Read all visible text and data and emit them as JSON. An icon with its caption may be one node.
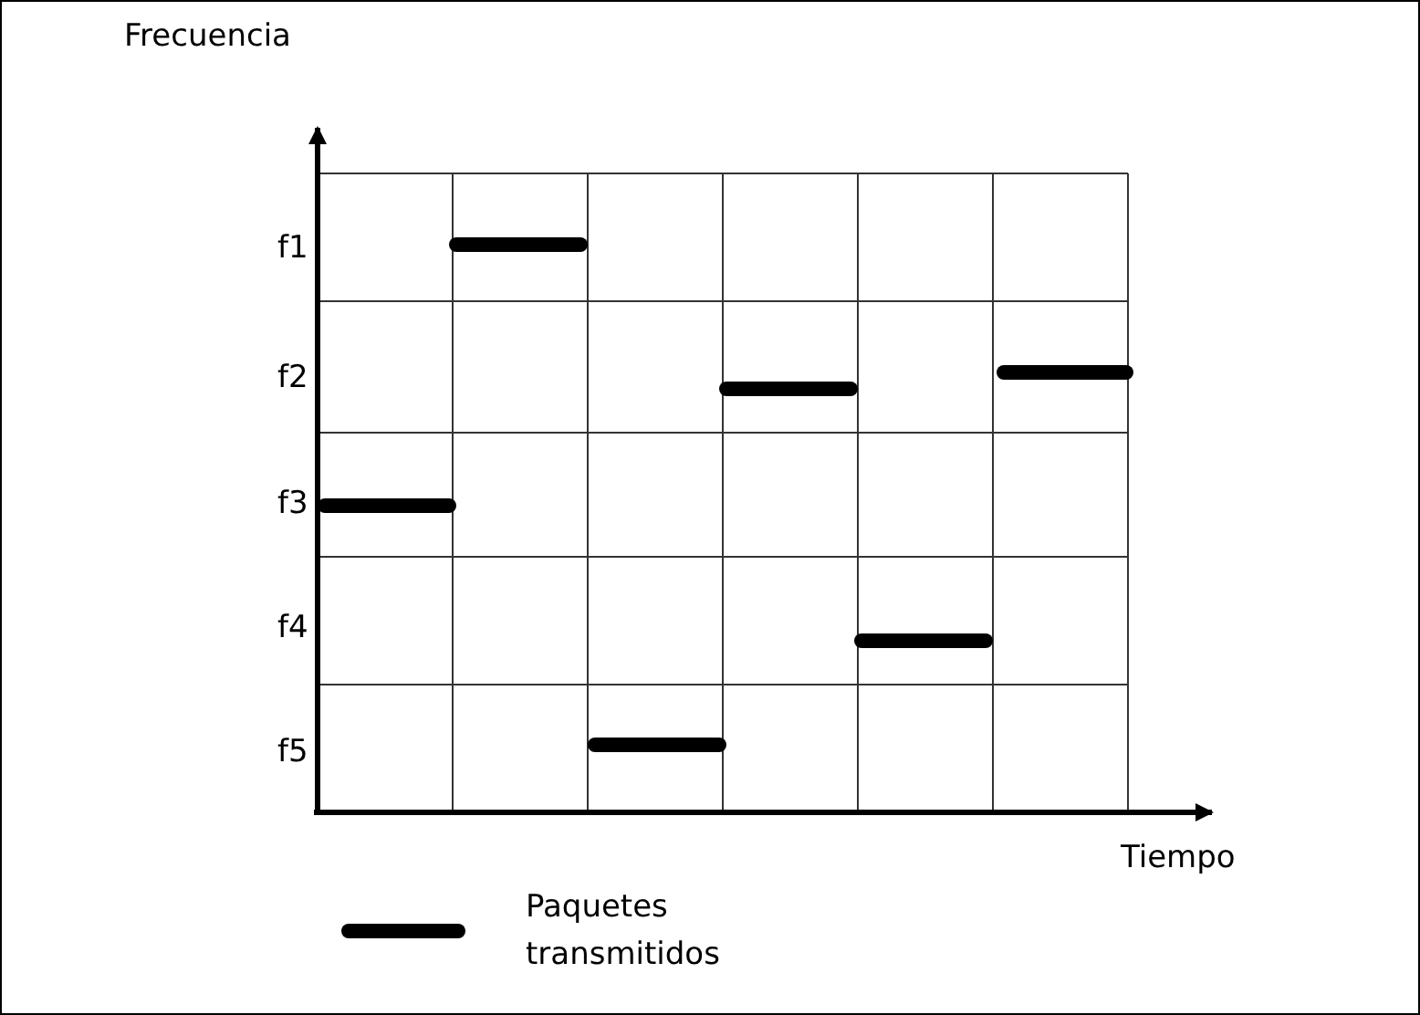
{
  "diagram": {
    "labels": [
      "Frecuencia",
      "f1",
      "f2",
      "f3",
      "f4",
      "f5",
      "Tiempo"
    ],
    "legend": [
      {
        "text": "Paquetes transmitidos"
      }
    ]
  }
}
